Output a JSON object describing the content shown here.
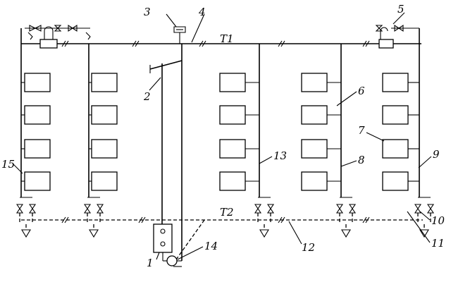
{
  "supply_label": "T1",
  "return_label": "T2",
  "callouts": [
    "1",
    "2",
    "3",
    "4",
    "5",
    "6",
    "7",
    "8",
    "9",
    "10",
    "11",
    "12",
    "13",
    "14",
    "15"
  ],
  "colors": {
    "line": "#000000",
    "background": "#ffffff"
  },
  "risers": [
    {
      "name": "riser-1",
      "radiators": 4
    },
    {
      "name": "riser-2",
      "radiators": 4
    },
    {
      "name": "riser-3",
      "radiators": 4
    },
    {
      "name": "riser-4",
      "radiators": 4
    },
    {
      "name": "riser-5",
      "radiators": 4
    }
  ]
}
